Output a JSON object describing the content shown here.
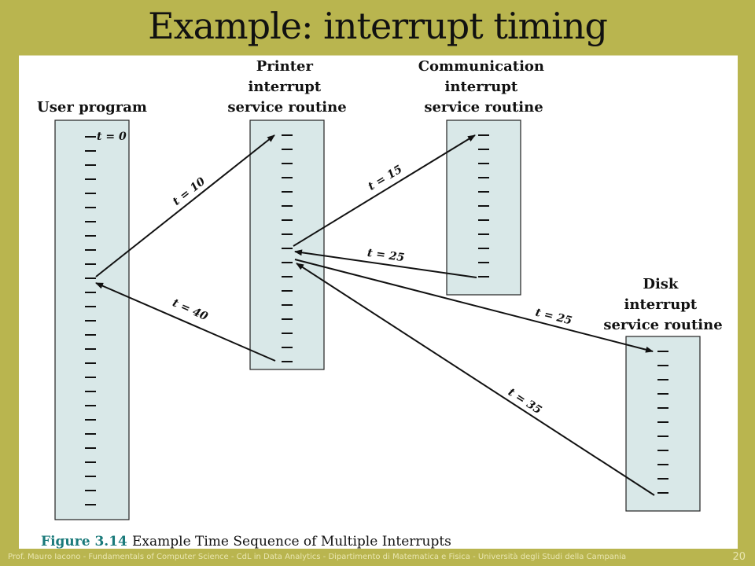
{
  "slide": {
    "title": "Example: interrupt timing",
    "footer": "Prof. Mauro Iacono - Fundamentals of Computer  Science - CdL in Data Analytics - Dipartimento di Matematica e Fisica - Università degli Studi della Campania",
    "page_number": "20"
  },
  "figure": {
    "number": "Figure 3.14",
    "caption": "Example Time Sequence of Multiple Interrupts"
  },
  "columns": {
    "user": {
      "lines": [
        "User program"
      ]
    },
    "printer": {
      "lines": [
        "Printer",
        "interrupt",
        "service routine"
      ]
    },
    "comm": {
      "lines": [
        "Communication",
        "interrupt",
        "service routine"
      ]
    },
    "disk": {
      "lines": [
        "Disk",
        "interrupt",
        "service routine"
      ]
    }
  },
  "events": {
    "t0": "t = 0",
    "t10": "t = 10",
    "t15": "t = 15",
    "t25a": "t = 25",
    "t25b": "t = 25",
    "t35": "t = 35",
    "t40": "t = 40"
  },
  "colors": {
    "background": "#b9b54f",
    "column_fill": "#d9e8e8",
    "ink": "#111111",
    "caption_accent": "#1a7a7a"
  }
}
